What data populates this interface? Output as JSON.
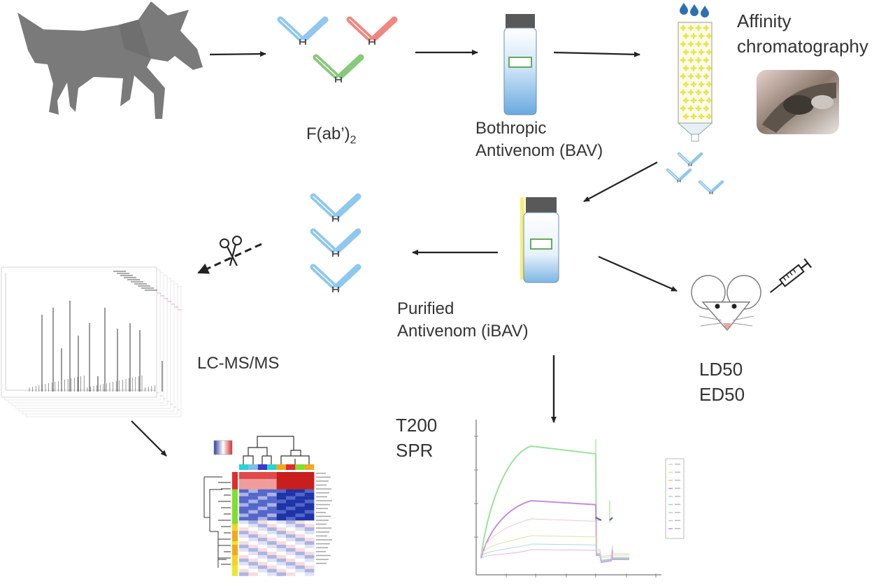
{
  "labels": {
    "fab_main": "F(ab’)",
    "fab_sub": "2",
    "bav_line1": "Bothropic",
    "bav_line2": "Antivenom (BAV)",
    "affinity_line1": "Affinity",
    "affinity_line2": "chromatography",
    "purified_line1": "Purified",
    "purified_line2": "Antivenom (iBAV)",
    "lcms": "LC-MS/MS",
    "ld50": "LD50",
    "ed50": "ED50",
    "t200": "T200",
    "spr": "SPR"
  },
  "icons": [
    "horse-icon",
    "antibody-icon",
    "vial-icon",
    "column-icon",
    "snake-photo",
    "scissors-icon",
    "mouse-icon",
    "syringe-icon"
  ],
  "colors": {
    "antibody_blue": "#8fc8ee",
    "antibody_red": "#f2857f",
    "antibody_green": "#88c97a",
    "horse_gray": "#7a7a7a",
    "vial_cap": "#595959",
    "vial_liquid": "#7db7e4",
    "column_beads": "#f0ee3c",
    "droplet": "#2f6fb3",
    "spr_green": "#9ae39a",
    "spr_purple": "#c58ee0"
  }
}
